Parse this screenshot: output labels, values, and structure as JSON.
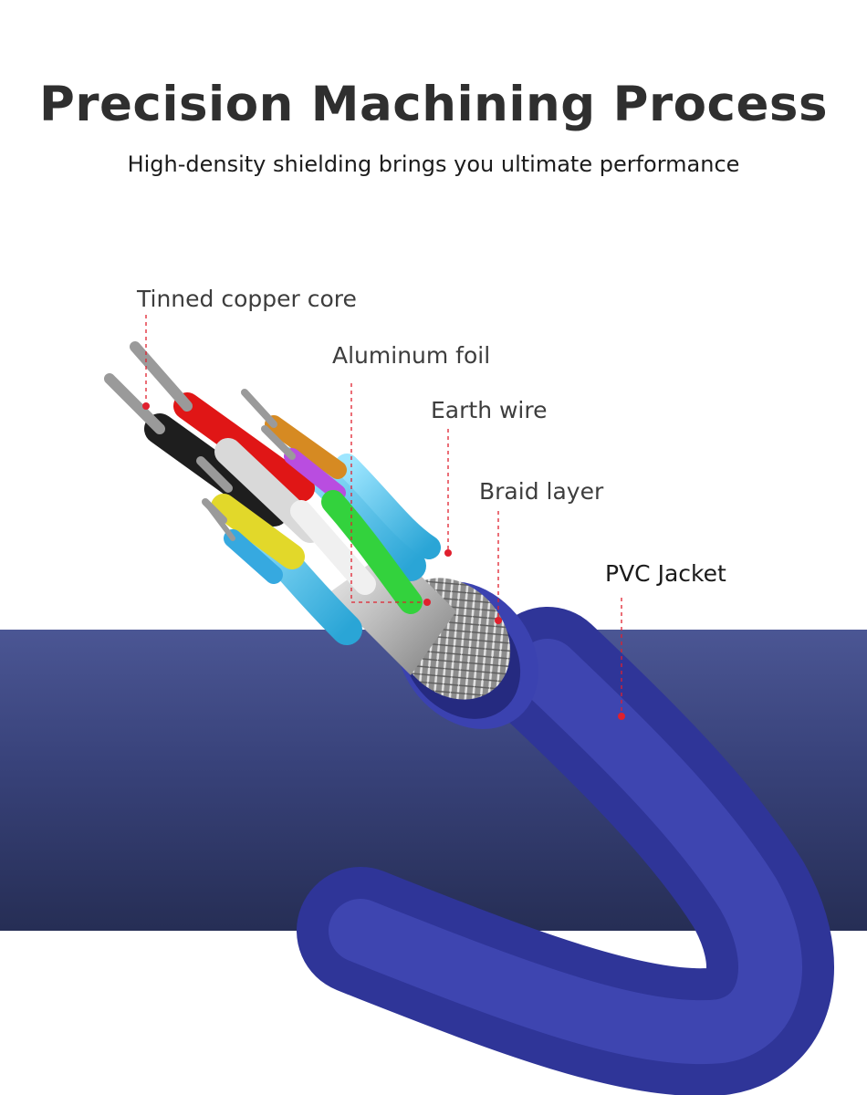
{
  "title": "Precision Machining Process",
  "subtitle": "High-density shielding brings you ultimate performance",
  "labels": {
    "tinned_copper_core": "Tinned copper core",
    "aluminum_foil": "Aluminum foil",
    "earth_wire": "Earth wire",
    "braid_layer": "Braid layer",
    "pvc_jacket": "PVC Jacket"
  },
  "colors": {
    "jacket": "#3e44a8",
    "band": "#38427a",
    "leader": "#e0202e"
  }
}
